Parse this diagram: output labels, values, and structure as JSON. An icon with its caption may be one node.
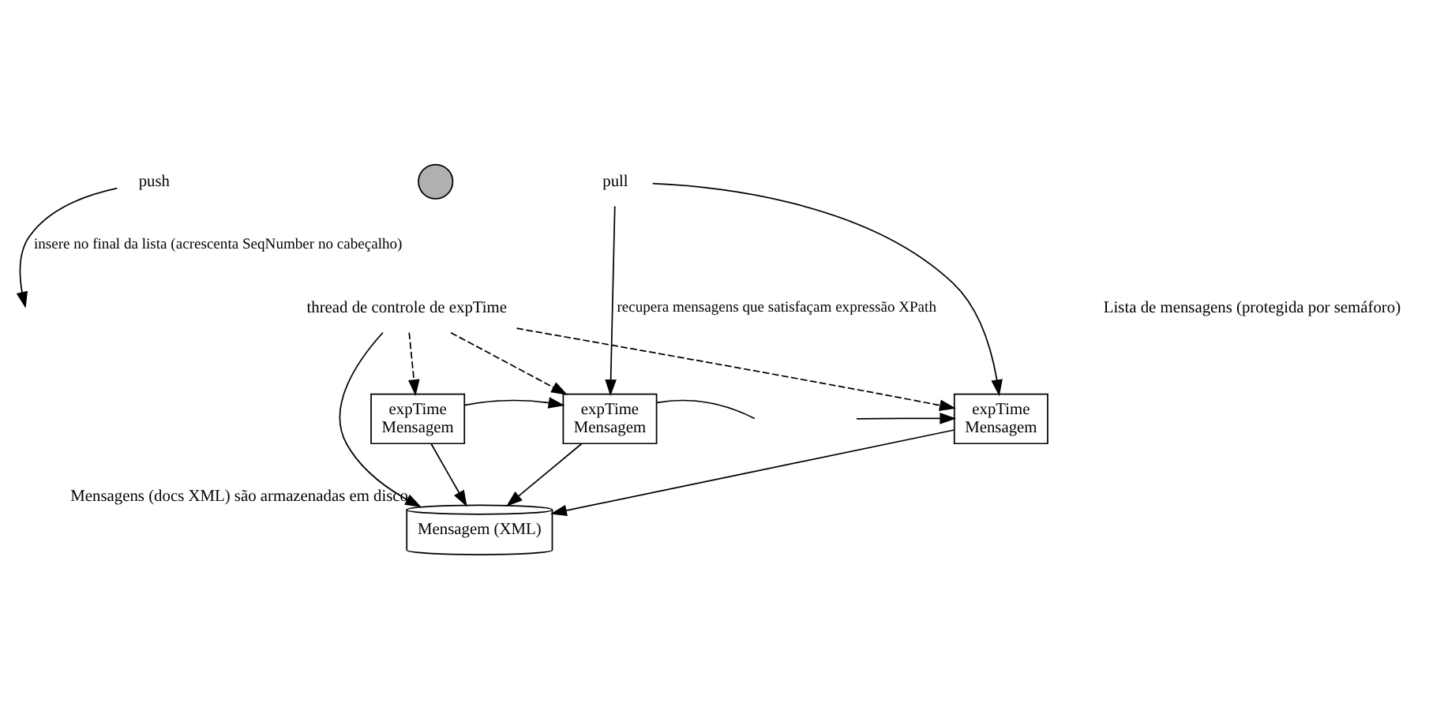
{
  "diagram": {
    "nodes": [
      {
        "text": [
          "push"
        ]
      },
      {
        "text": [],
        "shape": "circle"
      },
      {
        "text": [
          "pull"
        ]
      },
      {
        "text": [
          "expTime",
          "Mensagem"
        ]
      },
      {
        "text": [
          "expTime",
          "Mensagem"
        ]
      },
      {
        "text": [
          "expTime",
          "Mensagem"
        ]
      },
      {
        "text": [
          "thread de controle de expTime"
        ]
      },
      {
        "text": [
          "Mensagem (XML)"
        ],
        "beside": [
          "Mensagens (docs XML) são armazenadas em disco"
        ]
      }
    ],
    "edges": [
      {
        "from": 0,
        "to": null,
        "arrow": "to",
        "label": "insere no final da lista (acrescenta SeqNumber no cabeçalho)"
      },
      {
        "from": 2,
        "to": 4,
        "arrow": "to",
        "label": "recupera mensagens que satisfaçam expressão XPath"
      },
      {
        "from": 2,
        "to": 5,
        "arrow": "to"
      },
      {
        "from": 3,
        "to": 4,
        "arrow": "to"
      },
      {
        "from": 4,
        "to": null,
        "arrow": "none"
      },
      {
        "from": null,
        "to": 5,
        "arrow": "to"
      },
      {
        "from": 6,
        "to": 3,
        "arrow": "to",
        "style": "dashed"
      },
      {
        "from": 6,
        "to": 4,
        "arrow": "to",
        "style": "dashed"
      },
      {
        "from": 6,
        "to": 5,
        "arrow": "to",
        "style": "dashed"
      },
      {
        "from": 3,
        "to": 7,
        "arrow": "to"
      },
      {
        "from": 4,
        "to": 7,
        "arrow": "to"
      },
      {
        "from": 5,
        "to": 7,
        "arrow": "to"
      },
      {
        "from": 6,
        "to": 7,
        "arrow": "to"
      }
    ],
    "labels": [
      "Lista de mensagens (protegida por semáforo)"
    ]
  }
}
